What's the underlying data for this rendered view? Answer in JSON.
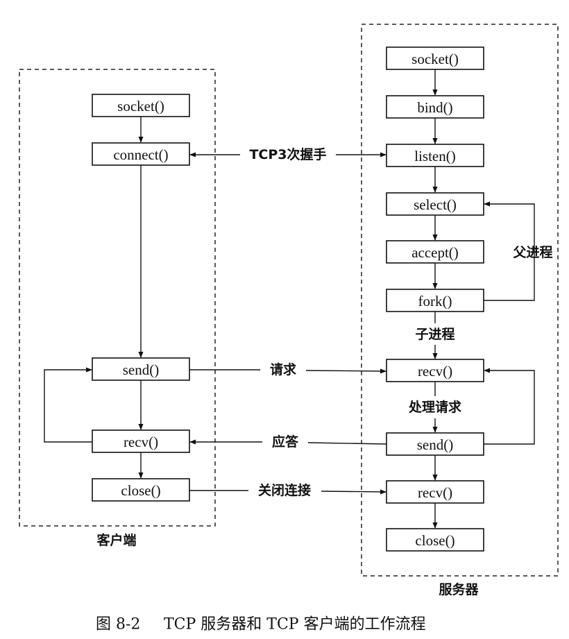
{
  "client": {
    "region_label": "客户端",
    "boxes": {
      "socket": "socket()",
      "connect": "connect()",
      "send": "send()",
      "recv": "recv()",
      "close": "close()"
    }
  },
  "server": {
    "region_label": "服务器",
    "boxes": {
      "socket": "socket()",
      "bind": "bind()",
      "listen": "listen()",
      "select": "select()",
      "accept": "accept()",
      "fork": "fork()",
      "recv1": "recv()",
      "send": "send()",
      "recv2": "recv()",
      "close": "close()"
    }
  },
  "labels": {
    "handshake": "TCP3次握手",
    "parent_process": "父进程",
    "child_process": "子进程",
    "process_request": "处理请求",
    "request": "请求",
    "response": "应答",
    "close_connection": "关闭连接"
  },
  "caption": {
    "figure_number": "图 8-2",
    "title": "TCP 服务器和 TCP 客户端的工作流程"
  }
}
